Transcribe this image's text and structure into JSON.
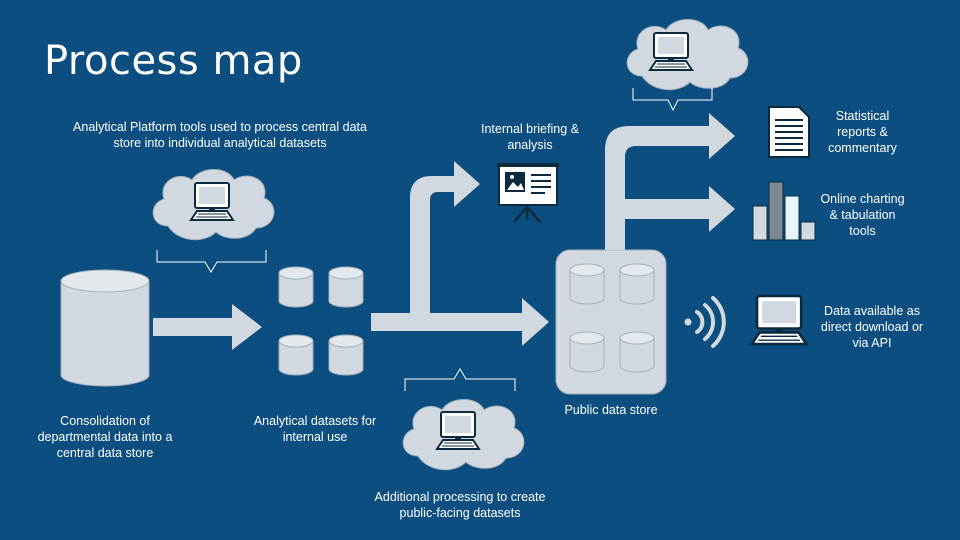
{
  "title": "Process map",
  "labels": {
    "analytical_platform": "Analytical Platform tools used to process central data\nstore into individual analytical datasets",
    "consolidation": "Consolidation of\ndepartmental data into a\ncentral data store",
    "analytical_datasets": "Analytical datasets for\ninternal use",
    "internal_briefing": "Internal briefing &\nanalysis",
    "additional_processing": "Additional processing to create\npublic-facing datasets",
    "public_store": "Public data store",
    "statistical_reports": "Statistical\nreports &\ncommentary",
    "online_charting": "Online charting\n& tabulation\ntools",
    "data_download": "Data available as\ndirect download or\nvia API"
  },
  "colors": {
    "background": "#0c4e7f",
    "shape_fill": "#d1d8df",
    "shape_stroke": "#a5b1bc",
    "text": "#ffffff"
  },
  "icons": [
    "computer-icon",
    "database-icon",
    "presentation-icon",
    "document-icon",
    "bar-chart-icon",
    "wireless-signal-icon"
  ]
}
